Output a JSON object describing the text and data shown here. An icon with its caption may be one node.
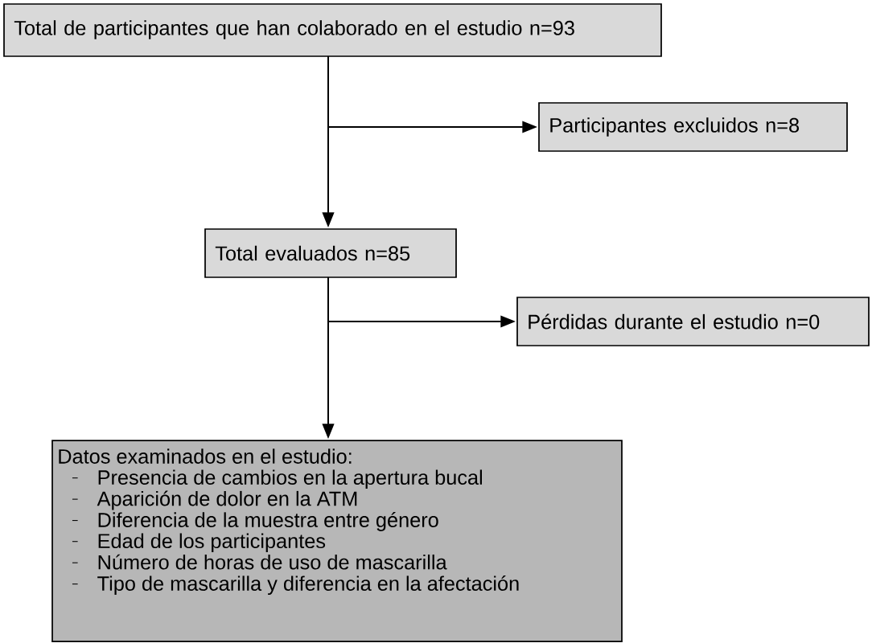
{
  "diagram": {
    "nodes": [
      {
        "text": [
          "Total de participantes que han colaborado en el estudio n=93"
        ]
      },
      {
        "text": [
          "Participantes excluidos n=8"
        ]
      },
      {
        "text": [
          "Total evaluados n=85"
        ]
      },
      {
        "text": [
          "Pérdidas durante el estudio n=0"
        ]
      },
      {
        "text": [
          "Datos examinados en el estudio:",
          "Presencia de cambios en la apertura bucal",
          "Aparición de dolor en la ATM",
          "Diferencia de la muestra entre género",
          "Edad de los participantes",
          "Número de horas de uso de mascarilla",
          "Tipo de mascarilla y diferencia en la afectación"
        ]
      }
    ],
    "edges": [
      {
        "from": 0,
        "to": 2,
        "arrow": "to"
      },
      {
        "from": 0,
        "to": 1,
        "arrow": "to"
      },
      {
        "from": 2,
        "to": 4,
        "arrow": "to"
      },
      {
        "from": 2,
        "to": 3,
        "arrow": "to"
      }
    ]
  }
}
